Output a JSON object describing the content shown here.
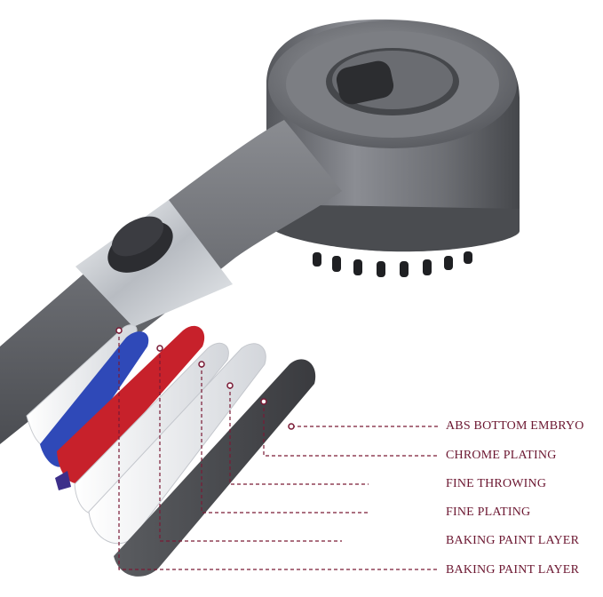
{
  "labels": {
    "abs": "ABS BOTTOM EMBRYO",
    "chrome": "CHROME PLATING",
    "throwing": "FINE THROWING",
    "plating": "FINE PLATING",
    "paint1": "BAKING PAINT LAYER",
    "paint2": "BAKING PAINT LAYER"
  },
  "colors": {
    "body_gray": "#6f6f73",
    "dark_gray": "#3c3c40",
    "chrome": "#d9dde2",
    "blue": "#2f49b8",
    "red": "#c7212b",
    "leader": "#7a1a35",
    "label": "#6b1630"
  }
}
